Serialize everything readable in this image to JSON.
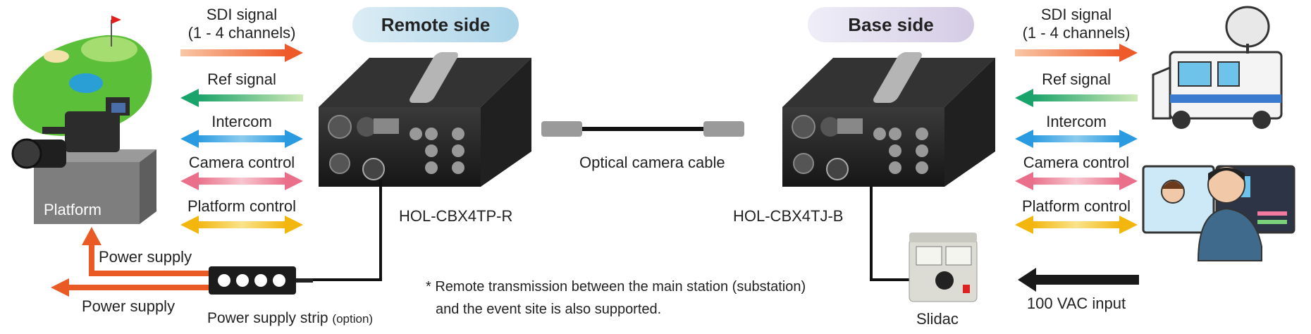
{
  "headers": {
    "remote": "Remote side",
    "base": "Base side"
  },
  "left_signals": {
    "sdi_line1": "SDI signal",
    "sdi_line2": "(1 - 4 channels)",
    "ref": "Ref signal",
    "intercom": "Intercom",
    "camera_control": "Camera control",
    "platform_control": "Platform control"
  },
  "right_signals": {
    "sdi_line1": "SDI signal",
    "sdi_line2": "(1 - 4 channels)",
    "ref": "Ref signal",
    "intercom": "Intercom",
    "camera_control": "Camera control",
    "platform_control": "Platform control",
    "vac_input": "100 VAC input"
  },
  "platform": "Platform",
  "power": {
    "supply_upper": "Power supply",
    "supply_lower": "Power supply",
    "strip": "Power supply strip",
    "strip_note": "(option)"
  },
  "devices": {
    "remote_model": "HOL-CBX4TP-R",
    "base_model": "HOL-CBX4TJ-B",
    "slidac": "Slidac"
  },
  "cable": "Optical camera cable",
  "note_line1": "* Remote transmission between the main station (substation)",
  "note_line2": "and the event site is also supported.",
  "colors": {
    "sdi": "#ee5a2a",
    "ref": "#1aa36a",
    "intercom": "#2a9be0",
    "camera_control": "#ea6f8a",
    "platform_control": "#f2b60d",
    "power": "#ea5a24"
  }
}
